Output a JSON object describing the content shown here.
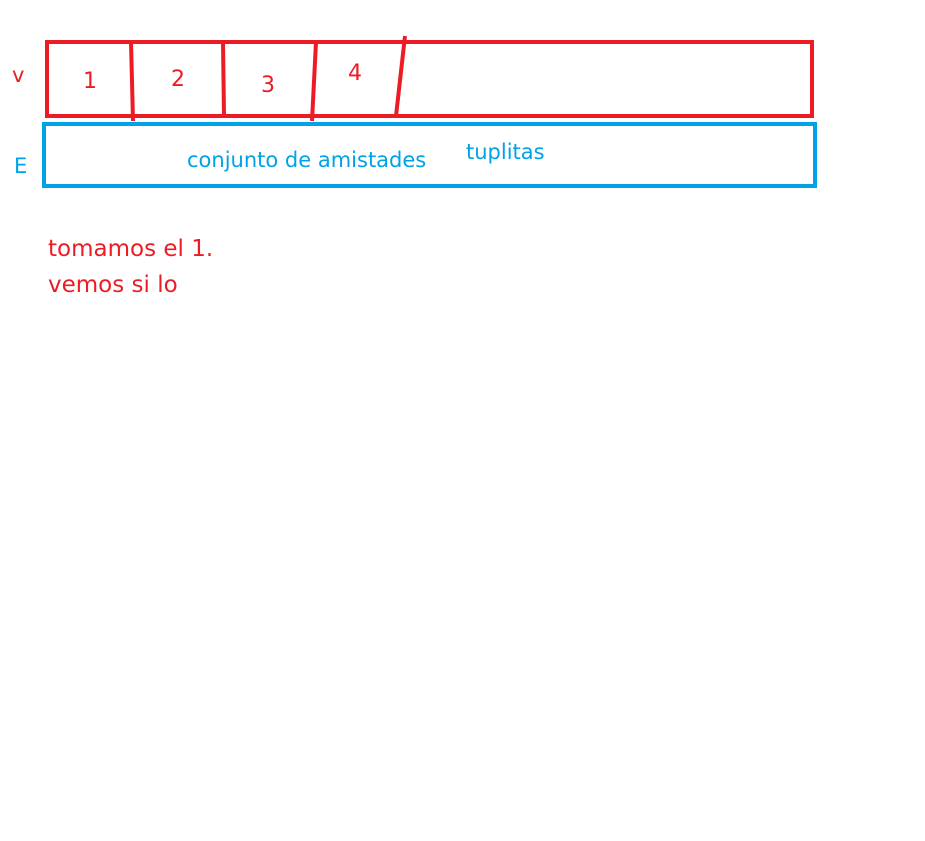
{
  "labels": {
    "v": "v",
    "e": "E"
  },
  "v_cells": [
    "1",
    "2",
    "3",
    "4"
  ],
  "e_box": {
    "text": "conjunto de amistades",
    "annotation": "tuplitas"
  },
  "notes": [
    "tomamos el 1.",
    "vemos si lo"
  ],
  "colors": {
    "v_stroke": "#ed1c24",
    "e_stroke": "#00a2e8"
  }
}
